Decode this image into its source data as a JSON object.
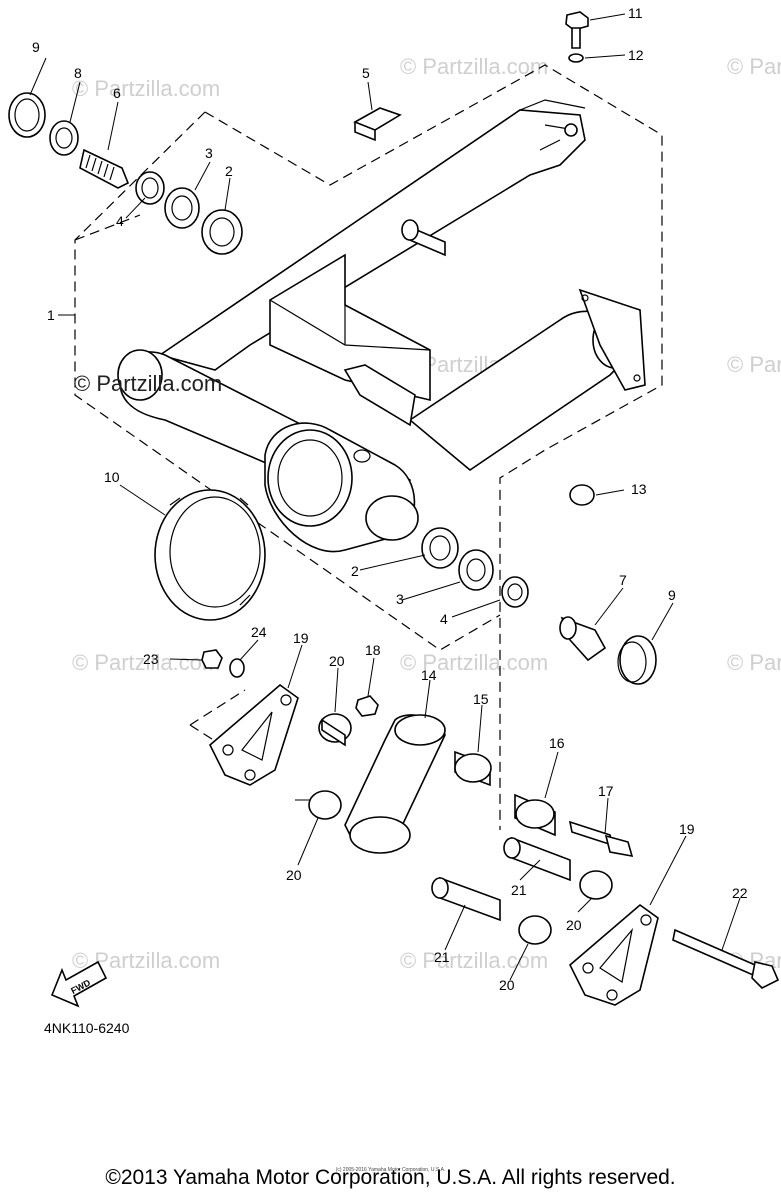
{
  "watermark": {
    "text": "© Partzilla.com"
  },
  "diagram_code": "4NK110-6240",
  "fwd_label": "FWD",
  "copyright": "©2013 Yamaha Motor Corporation, U.S.A. All rights reserved.",
  "copyright_small": "(c) 2005-2016 Yamaha Motor Corporation, U.S.A.",
  "callouts": [
    {
      "id": "c1",
      "text": "1"
    },
    {
      "id": "c2a",
      "text": "2"
    },
    {
      "id": "c2b",
      "text": "2"
    },
    {
      "id": "c3a",
      "text": "3"
    },
    {
      "id": "c3b",
      "text": "3"
    },
    {
      "id": "c4a",
      "text": "4"
    },
    {
      "id": "c4b",
      "text": "4"
    },
    {
      "id": "c5",
      "text": "5"
    },
    {
      "id": "c6",
      "text": "6"
    },
    {
      "id": "c7",
      "text": "7"
    },
    {
      "id": "c8",
      "text": "8"
    },
    {
      "id": "c9a",
      "text": "9"
    },
    {
      "id": "c9b",
      "text": "9"
    },
    {
      "id": "c10",
      "text": "10"
    },
    {
      "id": "c11",
      "text": "11"
    },
    {
      "id": "c12",
      "text": "12"
    },
    {
      "id": "c13",
      "text": "13"
    },
    {
      "id": "c14",
      "text": "14"
    },
    {
      "id": "c15",
      "text": "15"
    },
    {
      "id": "c16",
      "text": "16"
    },
    {
      "id": "c17",
      "text": "17"
    },
    {
      "id": "c18",
      "text": "18"
    },
    {
      "id": "c19a",
      "text": "19"
    },
    {
      "id": "c19b",
      "text": "19"
    },
    {
      "id": "c20a",
      "text": "20"
    },
    {
      "id": "c20b",
      "text": "20"
    },
    {
      "id": "c20c",
      "text": "20"
    },
    {
      "id": "c20d",
      "text": "20"
    },
    {
      "id": "c21a",
      "text": "21"
    },
    {
      "id": "c21b",
      "text": "21"
    },
    {
      "id": "c22",
      "text": "22"
    },
    {
      "id": "c23",
      "text": "23"
    },
    {
      "id": "c24",
      "text": "24"
    }
  ]
}
